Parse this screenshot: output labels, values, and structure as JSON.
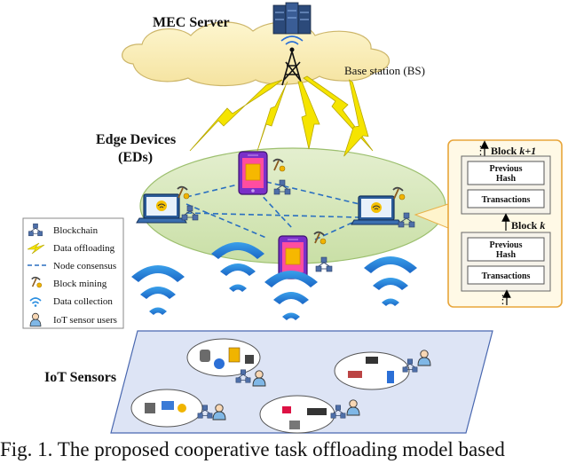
{
  "labels": {
    "mec_server": "MEC Server",
    "base_station": "Base station (BS)",
    "edge_devices_line1": "Edge Devices",
    "edge_devices_line2": "(EDs)",
    "iot_sensors": "IoT Sensors"
  },
  "legend": {
    "items": [
      {
        "label": "Blockchain",
        "icon": "blockchain-icon"
      },
      {
        "label": "Data offloading",
        "icon": "lightning-icon"
      },
      {
        "label": "Node consensus",
        "icon": "dashed-line-icon"
      },
      {
        "label": "Block mining",
        "icon": "pickaxe-icon"
      },
      {
        "label": "Data collection",
        "icon": "wifi-icon"
      },
      {
        "label": "IoT sensor users",
        "icon": "user-icon"
      }
    ]
  },
  "blockchain_panel": {
    "dots": "⋮",
    "block_top_prefix": "Block ",
    "block_top_var": "k+1",
    "block_bottom_prefix": "Block ",
    "block_bottom_var": "k",
    "field_prev_line1": "Previous",
    "field_prev_line2": "Hash",
    "field_tx": "Transactions"
  },
  "caption": "Fig. 1.  The proposed cooperative task offloading model based"
}
